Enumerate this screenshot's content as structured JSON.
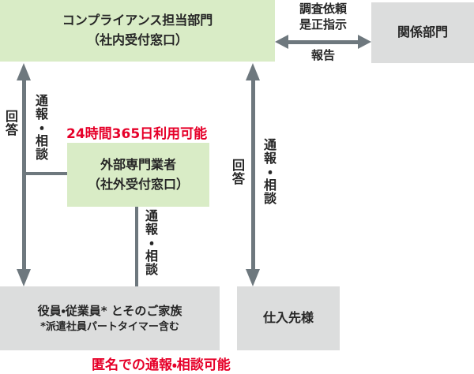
{
  "colors": {
    "box_green": "#d9ecc6",
    "box_gray": "#dcdddd",
    "arrow_gray": "#6e787e",
    "accent_red": "#e60029",
    "text": "#262626"
  },
  "boxes": {
    "compliance": {
      "line1": "コンプライアンス担当部門",
      "line2": "（社内受付窓口）"
    },
    "related": {
      "label": "関係部門"
    },
    "external": {
      "line1": "外部専門業者",
      "line2": "（社外受付窓口）"
    },
    "employees": {
      "line1": "役員・従業員* とそのご家族",
      "line2": "*派遣社員パートタイマー含む"
    },
    "suppliers": {
      "label": "仕入先様"
    }
  },
  "annotations": {
    "availability": "24時間365日利用可能",
    "anonymous": "匿名での通報・相談可能"
  },
  "arrow_labels": {
    "investigation_line1": "調査依頼",
    "investigation_line2": "是正指示",
    "report": "報告",
    "answer_left": "回答",
    "consult_left": "通報・相談",
    "answer_mid": "回答",
    "consult_mid": "通報・相談",
    "consult_lower": "通報・相談"
  }
}
